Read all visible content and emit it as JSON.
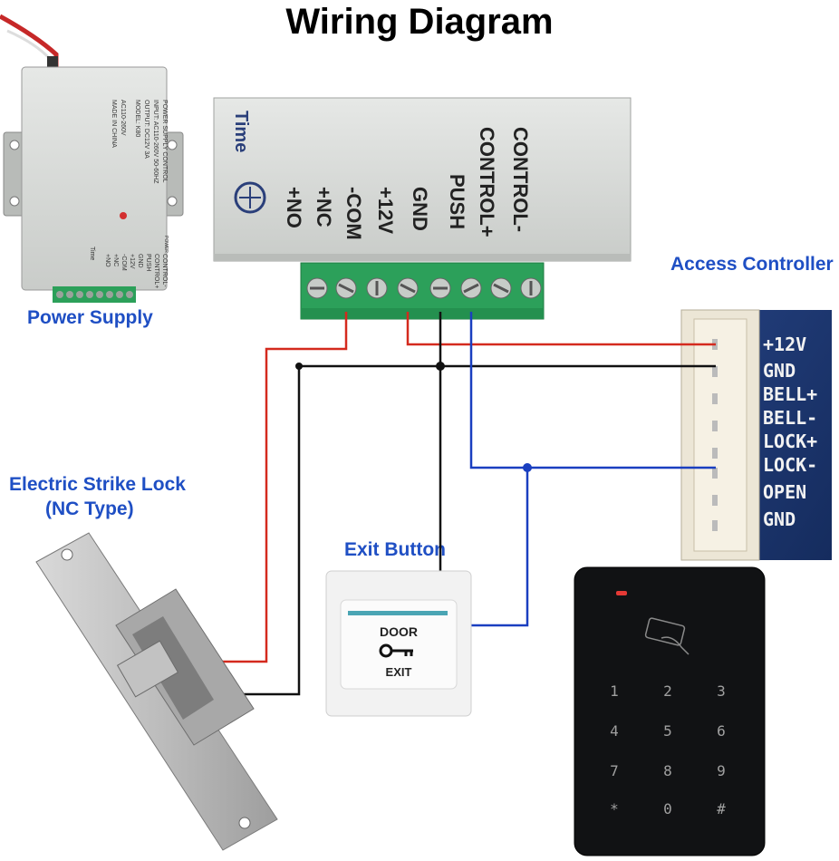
{
  "title": "Wiring Diagram",
  "labels": {
    "power_supply": "Power Supply",
    "access_controller": "Access Controller",
    "strike_lock_line1": "Electric Strike Lock",
    "strike_lock_line2": "(NC Type)",
    "exit_button": "Exit Button"
  },
  "power_supply_small": {
    "header": "POWER SUPPLY CONTROL",
    "input": "INPUT: AC110-260V 50-60HZ",
    "output": "OUTPUT: DC12V 3A",
    "model": "MODEL: K80",
    "ac": "AC110-260V",
    "made_in": "MADE IN CHINA",
    "power_led_label": "POWER",
    "time": "Time",
    "terminals": [
      "+NO",
      "+NC",
      "-COM",
      "+12V",
      "GND",
      "PUSH",
      "CONTROL+",
      "CONTROL-"
    ]
  },
  "power_supply_large": {
    "time": "Time",
    "terminals": [
      "+NO",
      "+NC",
      "-COM",
      "+12V",
      "GND",
      "PUSH",
      "CONTROL+",
      "CONTROL-"
    ]
  },
  "controller_pins": [
    "+12V",
    "GND",
    "BELL+",
    "BELL-",
    "LOCK+",
    "LOCK-",
    "OPEN",
    "GND"
  ],
  "exit_button": {
    "line1": "DOOR",
    "line2": "EXIT"
  },
  "keypad": {
    "keys": [
      "1",
      "2",
      "3",
      "4",
      "5",
      "6",
      "7",
      "8",
      "9",
      "*",
      "0",
      "#"
    ]
  },
  "colors": {
    "wire_red": "#d42a1e",
    "wire_black": "#111111",
    "wire_blue": "#1a3fc0",
    "label_blue": "#1f4fc4",
    "board_blue": "#1f3a7a",
    "terminal_green": "#2ca05a"
  }
}
